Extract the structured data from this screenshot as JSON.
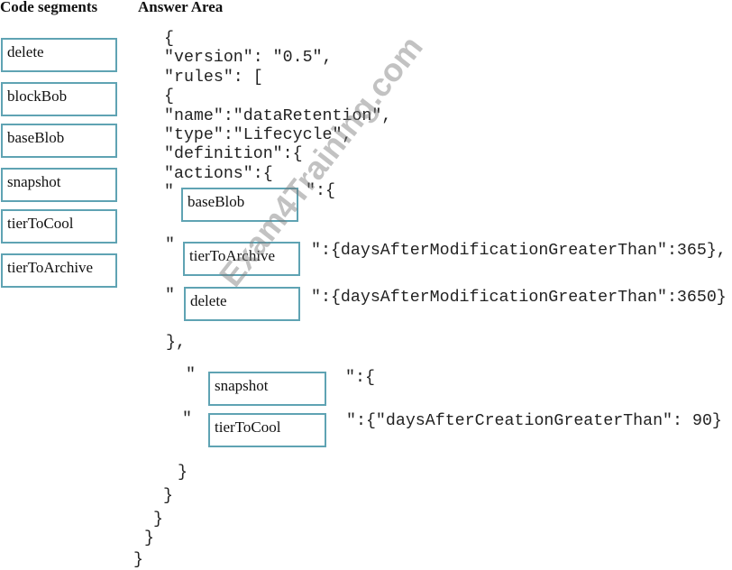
{
  "headers": {
    "code_segments": "Code segments",
    "answer_area": "Answer Area"
  },
  "segments": [
    "delete",
    "blockBob",
    "baseBlob",
    "snapshot",
    "tierToCool",
    "tierToArchive"
  ],
  "code": {
    "open_brace": "{",
    "version": "\"version\": \"0.5\",",
    "rules": "\"rules\": [",
    "rule_open": "{",
    "name": "\"name\":\"dataRetention\",",
    "type": "\"type\":\"Lifecycle\",",
    "definition": "\"definition\":{",
    "actions": "\"actions\":{",
    "quote": "\"",
    "baseblob_suffix": "\":{",
    "archive_suffix": "\":{daysAfterModificationGreaterThan\":365},",
    "delete_suffix": "\":{daysAfterModificationGreaterThan\":3650}",
    "close_base": "},",
    "snapshot_suffix": "\":{",
    "cool_suffix": "\":{\"daysAfterCreationGreaterThan\": 90}",
    "close1": "}",
    "close2": "}",
    "close3": "}",
    "close4": "}",
    "close5": "}"
  },
  "answers": {
    "base": "baseBlob",
    "archive": "tierToArchive",
    "delete": "delete",
    "snapshot": "snapshot",
    "cool": "tierToCool"
  },
  "watermark": "Exam4Training.com"
}
